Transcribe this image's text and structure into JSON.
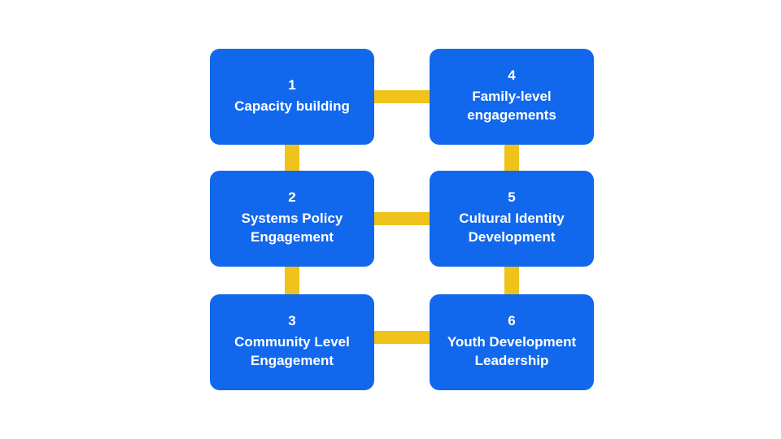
{
  "theme": {
    "bg": "#ffffff",
    "box": "#1268ec",
    "connector": "#efc319",
    "text": "#ffffff"
  },
  "diagram": {
    "type": "flow-grid",
    "nodes": [
      {
        "number": "1",
        "label": "Capacity building"
      },
      {
        "number": "2",
        "label": "Systems Policy Engagement"
      },
      {
        "number": "3",
        "label": "Community Level Engagement"
      },
      {
        "number": "4",
        "label": "Family-level engagements"
      },
      {
        "number": "5",
        "label": "Cultural Identity Development"
      },
      {
        "number": "6",
        "label": "Youth Development Leadership"
      }
    ],
    "connections": [
      "1-4",
      "1-2",
      "4-5",
      "2-5",
      "2-3",
      "5-6",
      "3-6"
    ]
  }
}
